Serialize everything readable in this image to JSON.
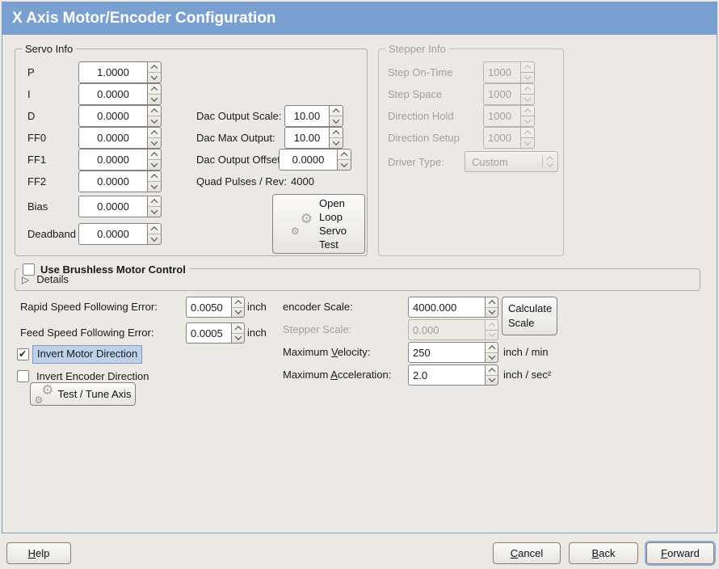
{
  "window": {
    "title": "X Axis Motor/Encoder Configuration"
  },
  "colors": {
    "titlebar": "#7aa0d1",
    "focus_ring": "#8fb0d8",
    "selection_highlight": "#bdd2e9",
    "background": "#ece9e4"
  },
  "servo_info": {
    "title": "Servo Info",
    "rows": [
      {
        "label": "P",
        "value": "1.0000"
      },
      {
        "label": "I",
        "value": "0.0000"
      },
      {
        "label": "D",
        "value": "0.0000"
      },
      {
        "label": "FF0",
        "value": "0.0000"
      },
      {
        "label": "FF1",
        "value": "0.0000"
      },
      {
        "label": "FF2",
        "value": "0.0000"
      },
      {
        "label": "Bias",
        "value": "0.0000"
      },
      {
        "label": "Deadband",
        "value": "0.0000"
      }
    ],
    "dac_output_scale": {
      "label": "Dac Output Scale:",
      "value": "10.00"
    },
    "dac_max_output": {
      "label": "Dac Max Output:",
      "value": "10.00"
    },
    "dac_output_offset": {
      "label": "Dac Output Offset:",
      "value": "0.0000"
    },
    "quad_pulses": {
      "label": "Quad Pulses / Rev:",
      "value": "4000"
    },
    "open_loop_button": "Open\nLoop\nServo\nTest"
  },
  "stepper_info": {
    "title": "Stepper Info",
    "rows": [
      {
        "label": "Step On-Time",
        "value": "1000"
      },
      {
        "label": "Step Space",
        "value": "1000"
      },
      {
        "label": "Direction Hold",
        "value": "1000"
      },
      {
        "label": "Direction Setup",
        "value": "1000"
      }
    ],
    "driver_type": {
      "label": "Driver Type:",
      "value": "Custom"
    }
  },
  "brushless": {
    "checkbox_label": "Use Brushless Motor Control",
    "details_label": "Details"
  },
  "following_error": {
    "rapid": {
      "label": "Rapid Speed Following Error:",
      "value": "0.0050",
      "unit": "inch"
    },
    "feed": {
      "label": "Feed Speed Following Error:",
      "value": "0.0005",
      "unit": "inch"
    }
  },
  "invert": {
    "motor_label": "Invert Motor Direction",
    "encoder_label": "Invert Encoder Direction"
  },
  "test_tune_button": "Test / Tune Axis",
  "scaling": {
    "encoder_scale": {
      "label": "encoder Scale:",
      "value": "4000.000"
    },
    "stepper_scale": {
      "label": "Stepper Scale:",
      "value": "0.000"
    },
    "calculate_button": "Calculate\nScale",
    "max_velocity": {
      "pre": "Maximum ",
      "mn": "V",
      "post": "elocity:",
      "value": "250",
      "unit": "inch / min"
    },
    "max_acceleration": {
      "pre": "Maximum ",
      "mn": "A",
      "post": "cceleration:",
      "value": "2.0",
      "unit": "inch / sec²"
    }
  },
  "footer": {
    "help": {
      "mn": "H",
      "post": "elp"
    },
    "cancel": {
      "mn": "C",
      "post": "ancel"
    },
    "back": {
      "mn": "B",
      "post": "ack"
    },
    "forward": {
      "mn": "F",
      "post": "orward"
    }
  }
}
